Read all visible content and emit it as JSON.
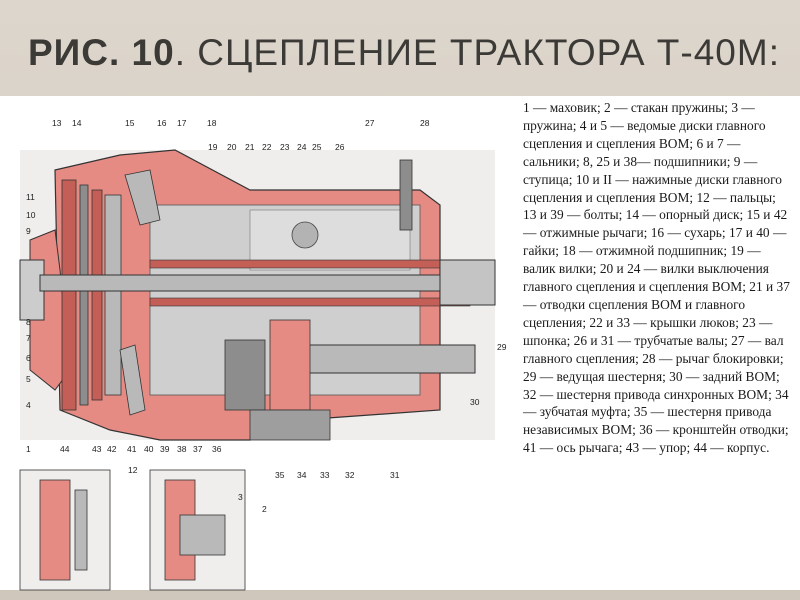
{
  "slide": {
    "title_bold": "РИС. 10",
    "title_rest": ". СЦЕПЛЕНИЕ ТРАКТОРА Т-40М:"
  },
  "legend": {
    "text": "1 — маховик; 2 — стакан пружины; 3 — пружина; 4 и 5 — ведомые диски главного сцепления и сцепления ВОМ; 6 и 7 — сальники; 8, 25 и 38— подшипники; 9 — ступица; 10 и II — нажимные диски главного сцепления и сцепления ВОМ; 12 — пальцы; 13 и 39 — болты; 14 — опорный диск; 15 и 42 — отжимные рычаги; 16 — сухарь; 17 и 40 — гайки; 18 — отжимной подшипник; 19 — валик вилки; 20 и 24 — вилки выключения главного сцепления и сцепления ВОМ; 21 и 37 — отводки сцепления ВОМ и главного сцепления; 22 и 33 — крышки люков; 23 — шпонка; 26 и 31 — трубчатые валы; 27 — вал главного сцепления; 28 — рычаг блокировки; 29 — ведущая шестерня; 30 — задний ВОМ; 32 — шестерня привода синхронных ВОМ; 34 — зубчатая муфта; 35 — шестерня привода независимых ВОМ; 36 — кронштейн отводки; 41 — ось рычага; 43 — упор; 44 — корпус."
  },
  "callouts": {
    "top": [
      "13",
      "14",
      "15",
      "16",
      "17",
      "18",
      "19",
      "20",
      "21",
      "22",
      "23",
      "24",
      "25",
      "26",
      "27",
      "28"
    ],
    "left": [
      "11",
      "10",
      "9",
      "8",
      "7",
      "6",
      "5",
      "4",
      "1"
    ],
    "bottom": [
      "44",
      "43",
      "42",
      "41",
      "40",
      "39",
      "38",
      "37",
      "36",
      "35",
      "34",
      "33",
      "32",
      "31"
    ],
    "right": [
      "29",
      "30"
    ],
    "detail_left": "12",
    "detail_right": [
      "3",
      "2"
    ]
  },
  "colors": {
    "housing": "#e58b84",
    "housing_dark": "#c45f58",
    "steel": "#b9b9b9",
    "steel_dark": "#8d8d8d",
    "outline": "#333333"
  }
}
